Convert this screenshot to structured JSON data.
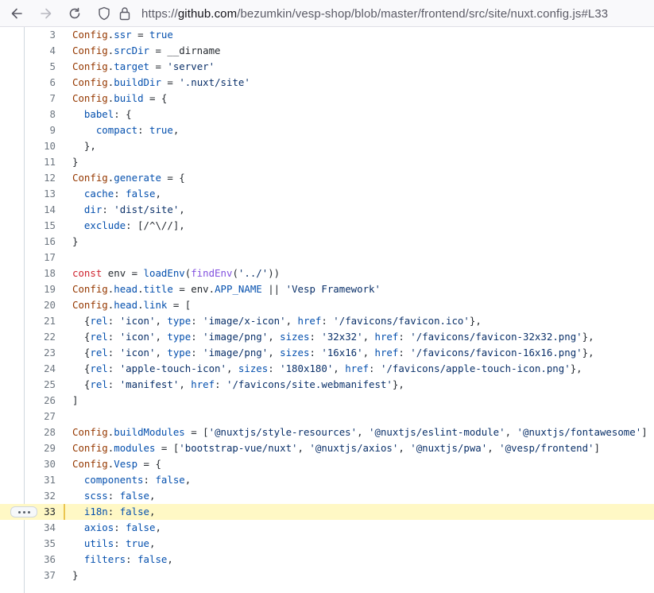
{
  "browser": {
    "url_prefix": "https://",
    "url_host": "github.com",
    "url_path": "/bezumkin/vesp-shop/blob/master/frontend/src/site/nuxt.config.js#L33",
    "back_icon": "arrow-left-icon",
    "forward_icon": "arrow-right-icon",
    "reload_icon": "reload-icon",
    "shield_icon": "shield-icon",
    "lock_icon": "lock-icon"
  },
  "code": {
    "highlighted_line": "33",
    "partial_top_line": "2",
    "lines": [
      {
        "n": "3",
        "tokens": [
          [
            "obj",
            "Config"
          ],
          [
            "p",
            "."
          ],
          [
            "prop",
            "ssr"
          ],
          [
            "p",
            " = "
          ],
          [
            "prop",
            "true"
          ]
        ]
      },
      {
        "n": "4",
        "tokens": [
          [
            "obj",
            "Config"
          ],
          [
            "p",
            "."
          ],
          [
            "prop",
            "srcDir"
          ],
          [
            "p",
            " = __dirname"
          ]
        ]
      },
      {
        "n": "5",
        "tokens": [
          [
            "obj",
            "Config"
          ],
          [
            "p",
            "."
          ],
          [
            "prop",
            "target"
          ],
          [
            "p",
            " = "
          ],
          [
            "str",
            "'server'"
          ]
        ]
      },
      {
        "n": "6",
        "tokens": [
          [
            "obj",
            "Config"
          ],
          [
            "p",
            "."
          ],
          [
            "prop",
            "buildDir"
          ],
          [
            "p",
            " = "
          ],
          [
            "str",
            "'.nuxt/site'"
          ]
        ]
      },
      {
        "n": "7",
        "tokens": [
          [
            "obj",
            "Config"
          ],
          [
            "p",
            "."
          ],
          [
            "prop",
            "build"
          ],
          [
            "p",
            " = {"
          ]
        ]
      },
      {
        "n": "8",
        "tokens": [
          [
            "p",
            "  "
          ],
          [
            "prop",
            "babel"
          ],
          [
            "p",
            ": {"
          ]
        ]
      },
      {
        "n": "9",
        "tokens": [
          [
            "p",
            "    "
          ],
          [
            "prop",
            "compact"
          ],
          [
            "p",
            ": "
          ],
          [
            "prop",
            "true"
          ],
          [
            "p",
            ","
          ]
        ]
      },
      {
        "n": "10",
        "tokens": [
          [
            "p",
            "  },"
          ]
        ]
      },
      {
        "n": "11",
        "tokens": [
          [
            "p",
            "}"
          ]
        ]
      },
      {
        "n": "12",
        "tokens": [
          [
            "obj",
            "Config"
          ],
          [
            "p",
            "."
          ],
          [
            "prop",
            "generate"
          ],
          [
            "p",
            " = {"
          ]
        ]
      },
      {
        "n": "13",
        "tokens": [
          [
            "p",
            "  "
          ],
          [
            "prop",
            "cache"
          ],
          [
            "p",
            ": "
          ],
          [
            "prop",
            "false"
          ],
          [
            "p",
            ","
          ]
        ]
      },
      {
        "n": "14",
        "tokens": [
          [
            "p",
            "  "
          ],
          [
            "prop",
            "dir"
          ],
          [
            "p",
            ": "
          ],
          [
            "str",
            "'dist/site'"
          ],
          [
            "p",
            ","
          ]
        ]
      },
      {
        "n": "15",
        "tokens": [
          [
            "p",
            "  "
          ],
          [
            "prop",
            "exclude"
          ],
          [
            "p",
            ": [/^\\//],"
          ]
        ]
      },
      {
        "n": "16",
        "tokens": [
          [
            "p",
            "}"
          ]
        ]
      },
      {
        "n": "17",
        "tokens": []
      },
      {
        "n": "18",
        "tokens": [
          [
            "kw",
            "const"
          ],
          [
            "p",
            " env = "
          ],
          [
            "prop",
            "loadEnv"
          ],
          [
            "p",
            "("
          ],
          [
            "fn",
            "findEnv"
          ],
          [
            "p",
            "("
          ],
          [
            "str",
            "'../'"
          ],
          [
            "p",
            "))"
          ]
        ]
      },
      {
        "n": "19",
        "tokens": [
          [
            "obj",
            "Config"
          ],
          [
            "p",
            "."
          ],
          [
            "prop",
            "head"
          ],
          [
            "p",
            "."
          ],
          [
            "prop",
            "title"
          ],
          [
            "p",
            " = env."
          ],
          [
            "prop",
            "APP_NAME"
          ],
          [
            "p",
            " || "
          ],
          [
            "str",
            "'Vesp Framework'"
          ]
        ]
      },
      {
        "n": "20",
        "tokens": [
          [
            "obj",
            "Config"
          ],
          [
            "p",
            "."
          ],
          [
            "prop",
            "head"
          ],
          [
            "p",
            "."
          ],
          [
            "prop",
            "link"
          ],
          [
            "p",
            " = ["
          ]
        ]
      },
      {
        "n": "21",
        "tokens": [
          [
            "p",
            "  {"
          ],
          [
            "prop",
            "rel"
          ],
          [
            "p",
            ": "
          ],
          [
            "str",
            "'icon'"
          ],
          [
            "p",
            ", "
          ],
          [
            "prop",
            "type"
          ],
          [
            "p",
            ": "
          ],
          [
            "str",
            "'image/x-icon'"
          ],
          [
            "p",
            ", "
          ],
          [
            "prop",
            "href"
          ],
          [
            "p",
            ": "
          ],
          [
            "str",
            "'/favicons/favicon.ico'"
          ],
          [
            "p",
            "},"
          ]
        ]
      },
      {
        "n": "22",
        "tokens": [
          [
            "p",
            "  {"
          ],
          [
            "prop",
            "rel"
          ],
          [
            "p",
            ": "
          ],
          [
            "str",
            "'icon'"
          ],
          [
            "p",
            ", "
          ],
          [
            "prop",
            "type"
          ],
          [
            "p",
            ": "
          ],
          [
            "str",
            "'image/png'"
          ],
          [
            "p",
            ", "
          ],
          [
            "prop",
            "sizes"
          ],
          [
            "p",
            ": "
          ],
          [
            "str",
            "'32x32'"
          ],
          [
            "p",
            ", "
          ],
          [
            "prop",
            "href"
          ],
          [
            "p",
            ": "
          ],
          [
            "str",
            "'/favicons/favicon-32x32.png'"
          ],
          [
            "p",
            "},"
          ]
        ]
      },
      {
        "n": "23",
        "tokens": [
          [
            "p",
            "  {"
          ],
          [
            "prop",
            "rel"
          ],
          [
            "p",
            ": "
          ],
          [
            "str",
            "'icon'"
          ],
          [
            "p",
            ", "
          ],
          [
            "prop",
            "type"
          ],
          [
            "p",
            ": "
          ],
          [
            "str",
            "'image/png'"
          ],
          [
            "p",
            ", "
          ],
          [
            "prop",
            "sizes"
          ],
          [
            "p",
            ": "
          ],
          [
            "str",
            "'16x16'"
          ],
          [
            "p",
            ", "
          ],
          [
            "prop",
            "href"
          ],
          [
            "p",
            ": "
          ],
          [
            "str",
            "'/favicons/favicon-16x16.png'"
          ],
          [
            "p",
            "},"
          ]
        ]
      },
      {
        "n": "24",
        "tokens": [
          [
            "p",
            "  {"
          ],
          [
            "prop",
            "rel"
          ],
          [
            "p",
            ": "
          ],
          [
            "str",
            "'apple-touch-icon'"
          ],
          [
            "p",
            ", "
          ],
          [
            "prop",
            "sizes"
          ],
          [
            "p",
            ": "
          ],
          [
            "str",
            "'180x180'"
          ],
          [
            "p",
            ", "
          ],
          [
            "prop",
            "href"
          ],
          [
            "p",
            ": "
          ],
          [
            "str",
            "'/favicons/apple-touch-icon.png'"
          ],
          [
            "p",
            "},"
          ]
        ]
      },
      {
        "n": "25",
        "tokens": [
          [
            "p",
            "  {"
          ],
          [
            "prop",
            "rel"
          ],
          [
            "p",
            ": "
          ],
          [
            "str",
            "'manifest'"
          ],
          [
            "p",
            ", "
          ],
          [
            "prop",
            "href"
          ],
          [
            "p",
            ": "
          ],
          [
            "str",
            "'/favicons/site.webmanifest'"
          ],
          [
            "p",
            "},"
          ]
        ]
      },
      {
        "n": "26",
        "tokens": [
          [
            "p",
            "]"
          ]
        ]
      },
      {
        "n": "27",
        "tokens": []
      },
      {
        "n": "28",
        "tokens": [
          [
            "obj",
            "Config"
          ],
          [
            "p",
            "."
          ],
          [
            "prop",
            "buildModules"
          ],
          [
            "p",
            " = ["
          ],
          [
            "str",
            "'@nuxtjs/style-resources'"
          ],
          [
            "p",
            ", "
          ],
          [
            "str",
            "'@nuxtjs/eslint-module'"
          ],
          [
            "p",
            ", "
          ],
          [
            "str",
            "'@nuxtjs/fontawesome'"
          ],
          [
            "p",
            "]"
          ]
        ]
      },
      {
        "n": "29",
        "tokens": [
          [
            "obj",
            "Config"
          ],
          [
            "p",
            "."
          ],
          [
            "prop",
            "modules"
          ],
          [
            "p",
            " = ["
          ],
          [
            "str",
            "'bootstrap-vue/nuxt'"
          ],
          [
            "p",
            ", "
          ],
          [
            "str",
            "'@nuxtjs/axios'"
          ],
          [
            "p",
            ", "
          ],
          [
            "str",
            "'@nuxtjs/pwa'"
          ],
          [
            "p",
            ", "
          ],
          [
            "str",
            "'@vesp/frontend'"
          ],
          [
            "p",
            "]"
          ]
        ]
      },
      {
        "n": "30",
        "tokens": [
          [
            "obj",
            "Config"
          ],
          [
            "p",
            "."
          ],
          [
            "prop",
            "Vesp"
          ],
          [
            "p",
            " = {"
          ]
        ]
      },
      {
        "n": "31",
        "tokens": [
          [
            "p",
            "  "
          ],
          [
            "prop",
            "components"
          ],
          [
            "p",
            ": "
          ],
          [
            "prop",
            "false"
          ],
          [
            "p",
            ","
          ]
        ]
      },
      {
        "n": "32",
        "tokens": [
          [
            "p",
            "  "
          ],
          [
            "prop",
            "scss"
          ],
          [
            "p",
            ": "
          ],
          [
            "prop",
            "false"
          ],
          [
            "p",
            ","
          ]
        ]
      },
      {
        "n": "33",
        "tokens": [
          [
            "p",
            "  "
          ],
          [
            "prop",
            "i18n"
          ],
          [
            "p",
            ": "
          ],
          [
            "prop",
            "false"
          ],
          [
            "p",
            ","
          ]
        ]
      },
      {
        "n": "34",
        "tokens": [
          [
            "p",
            "  "
          ],
          [
            "prop",
            "axios"
          ],
          [
            "p",
            ": "
          ],
          [
            "prop",
            "false"
          ],
          [
            "p",
            ","
          ]
        ]
      },
      {
        "n": "35",
        "tokens": [
          [
            "p",
            "  "
          ],
          [
            "prop",
            "utils"
          ],
          [
            "p",
            ": "
          ],
          [
            "prop",
            "true"
          ],
          [
            "p",
            ","
          ]
        ]
      },
      {
        "n": "36",
        "tokens": [
          [
            "p",
            "  "
          ],
          [
            "prop",
            "filters"
          ],
          [
            "p",
            ": "
          ],
          [
            "prop",
            "false"
          ],
          [
            "p",
            ","
          ]
        ]
      },
      {
        "n": "37",
        "tokens": [
          [
            "p",
            "}"
          ]
        ]
      }
    ]
  },
  "line_menu_icon": "kebab-horizontal-icon"
}
